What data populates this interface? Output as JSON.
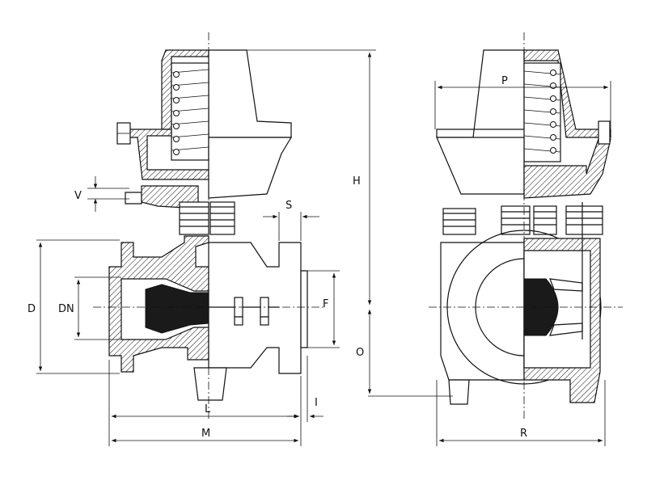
{
  "dimension_labels": {
    "V": "V",
    "D": "D",
    "DN": "DN",
    "L": "L",
    "M": "M",
    "S": "S",
    "F": "F",
    "I": "I",
    "H": "H",
    "O": "O",
    "P": "P",
    "R": "R"
  }
}
